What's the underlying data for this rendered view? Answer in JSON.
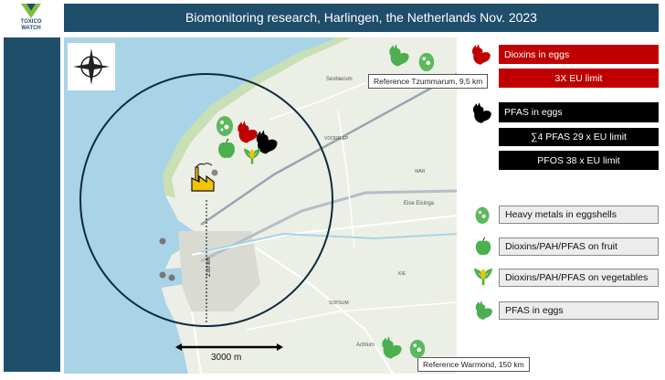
{
  "header": {
    "title": "Biomonitoring research, Harlingen, the Netherlands Nov. 2023",
    "logo_line1": "TOXICO",
    "logo_line2": "WATCH"
  },
  "map": {
    "references": {
      "tzummarum": "Reference Tzummarum, 9,5 km",
      "warmond": "Reference Warmond, 150 km"
    },
    "scale_label": "3000 m",
    "distance_label": "2.00 km",
    "place_labels": {
      "sexbierum": "Sexbierum",
      "vooriep": "VOORRIEP",
      "war": "WAR",
      "eise": "Eise Eisinga",
      "kie": "KIE",
      "sopsum": "SOPSUM",
      "achlum": "Achlum"
    },
    "colors": {
      "sea": "#a9d3e6",
      "land": "#ecefe6",
      "road": "#ffffff",
      "circle": "#0e2a3d"
    }
  },
  "legend": {
    "dioxins_title": "Dioxins in eggs",
    "dioxins_limit": "3X EU limit",
    "pfas_title": "PFAS in eggs",
    "pfas_sum4": "∑4 PFAS 29 x EU limit",
    "pfos": "PFOS 38 x EU limit",
    "heavy_metals": "Heavy metals  in eggshells",
    "fruit": "Dioxins/PAH/PFAS on fruit",
    "vegetables": "Dioxins/PAH/PFAS on vegetables",
    "pfas_green": "PFAS in eggs"
  },
  "colors": {
    "header": "#1f4e6b",
    "red": "#c00000",
    "black": "#000000",
    "green": "#4caf50"
  }
}
